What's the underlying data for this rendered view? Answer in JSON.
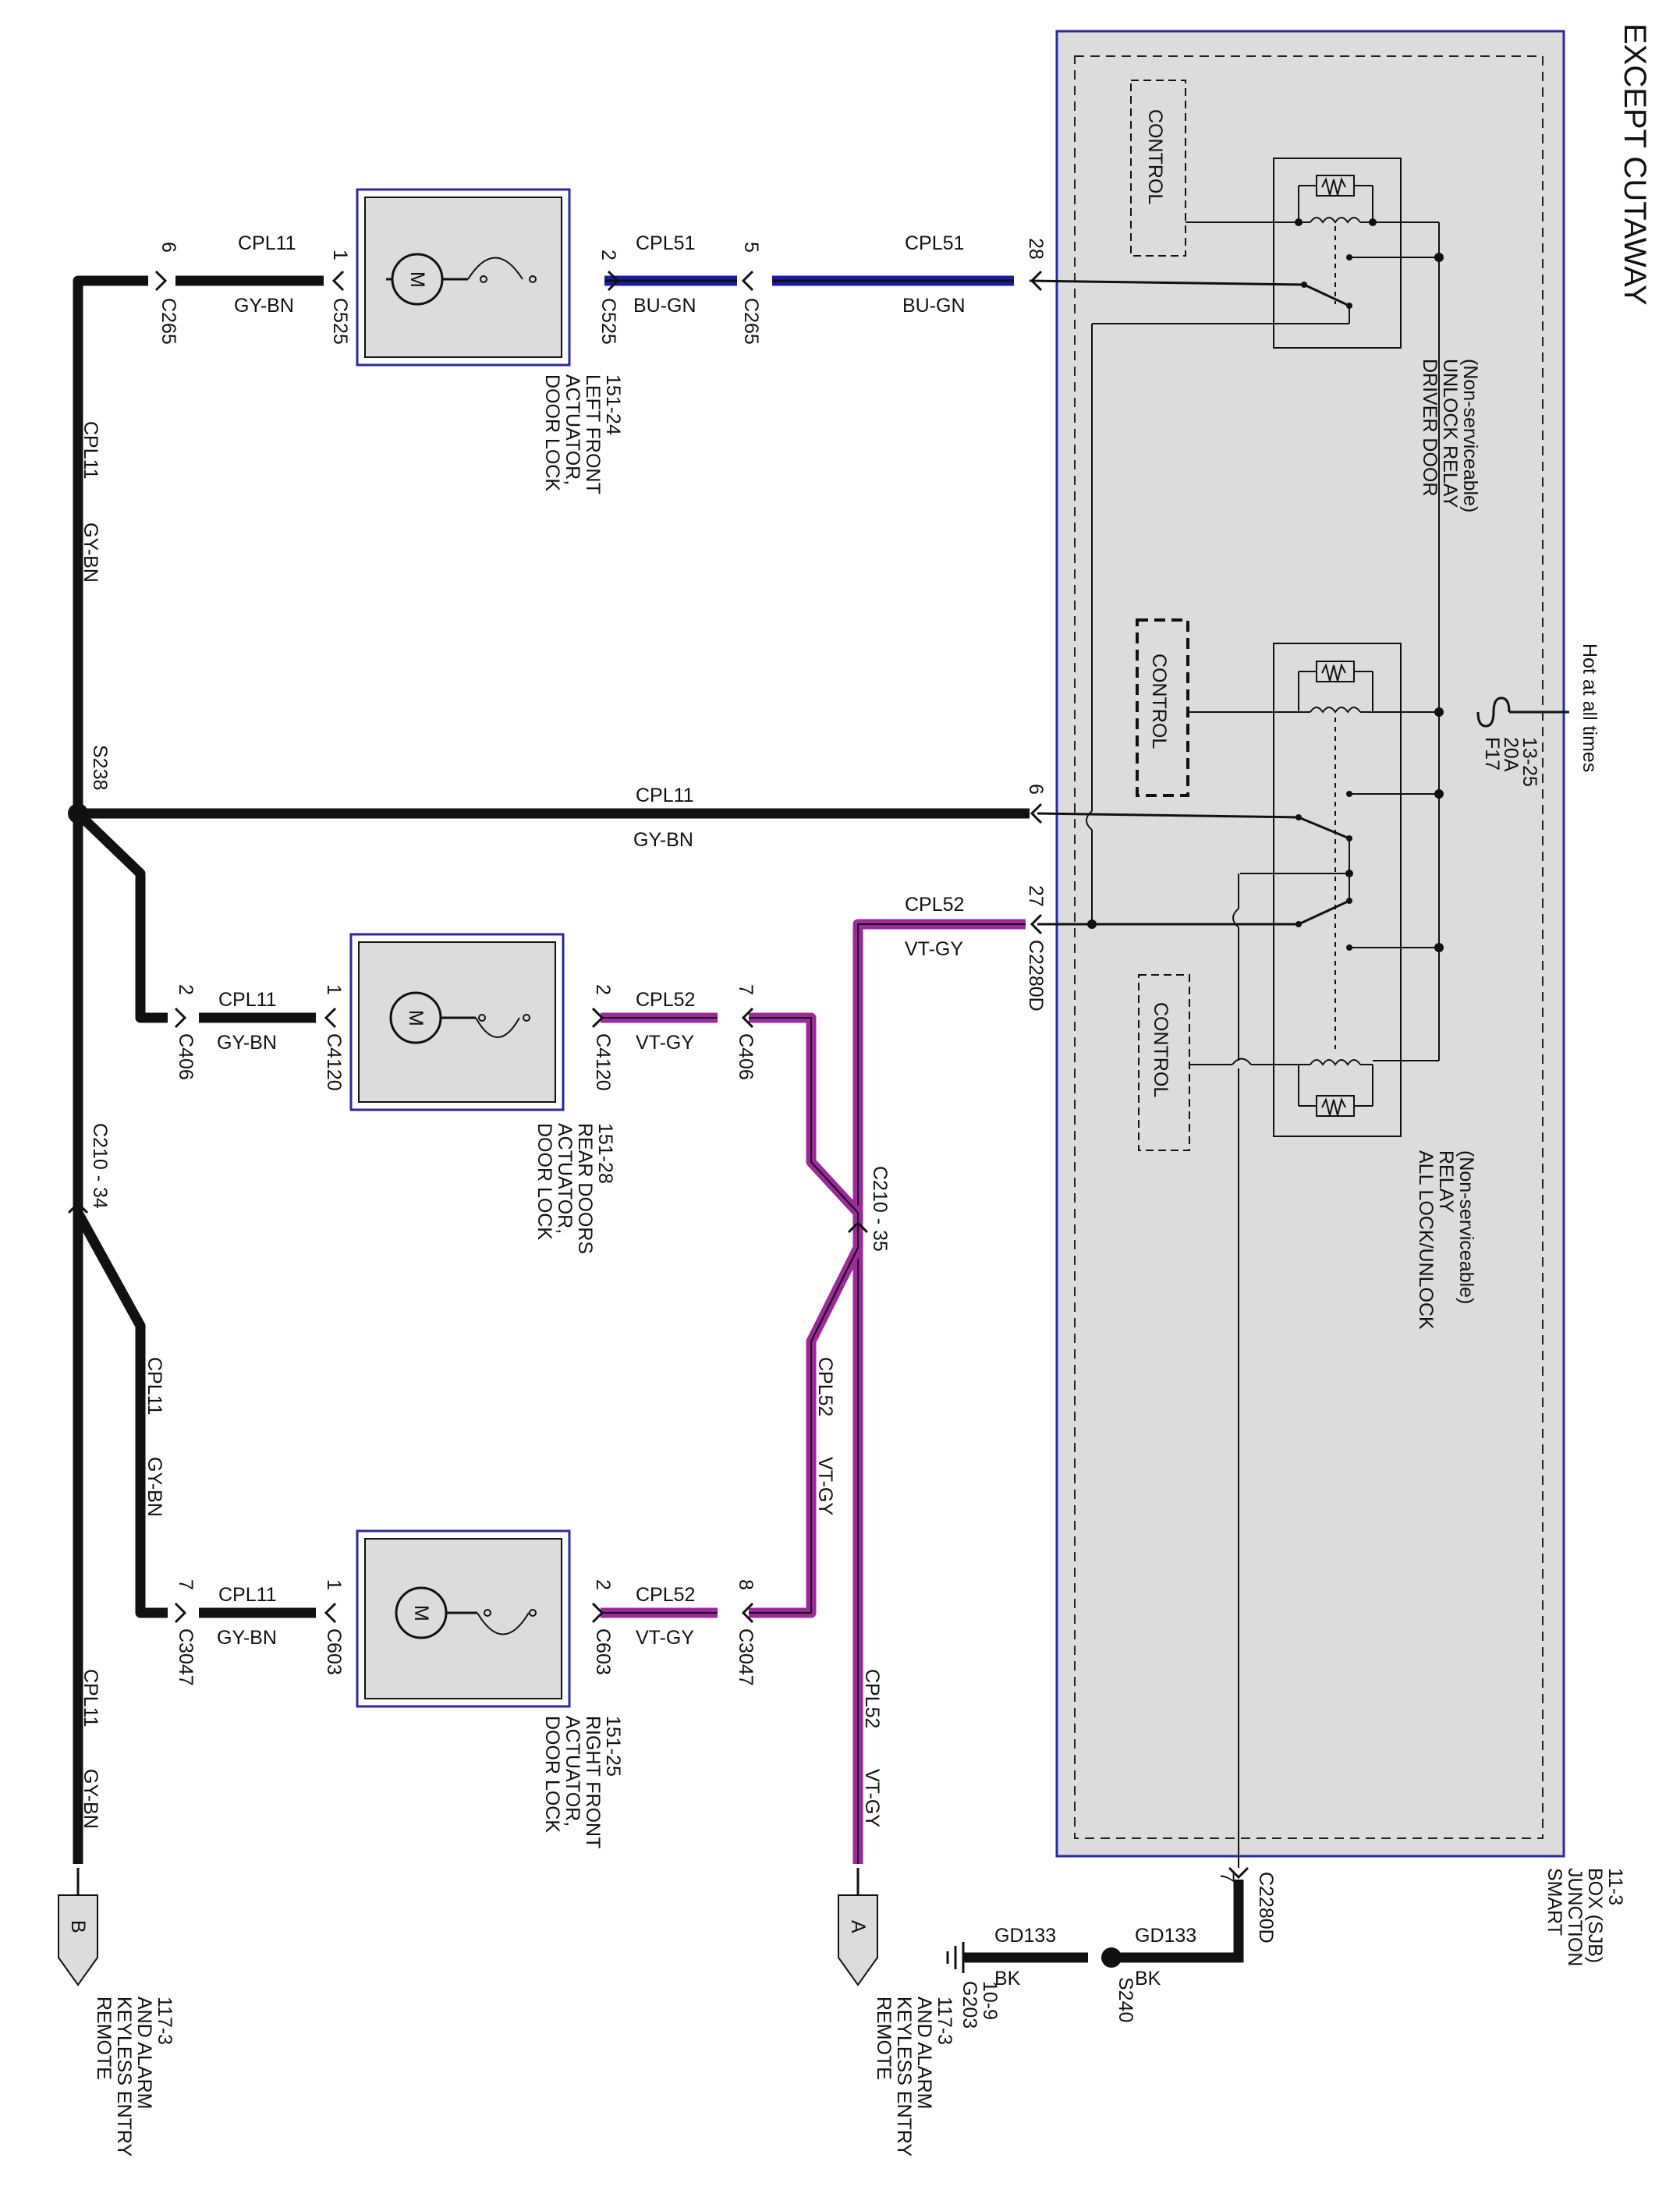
{
  "title": "EXCEPT CUTAWAY",
  "sjb": {
    "line1": "SMART",
    "line2": "JUNCTION",
    "line3": "BOX (SJB)",
    "line4": "11-3"
  },
  "hot": "Hot at all times",
  "fuse": {
    "name": "F17",
    "rating": "20A",
    "ref": "13-25"
  },
  "control": "CONTROL",
  "relay_driver": {
    "line1": "DRIVER DOOR",
    "line2": "UNLOCK RELAY",
    "line3": "(Non-serviceable)"
  },
  "relay_all": {
    "line1": "ALL LOCK/UNLOCK",
    "line2": "RELAY",
    "line3": "(Non-serviceable)"
  },
  "actuator_lf": {
    "line1": "DOOR LOCK",
    "line2": "ACTUATOR,",
    "line3": "LEFT FRONT",
    "line4": "151-24"
  },
  "actuator_rear": {
    "line1": "DOOR LOCK",
    "line2": "ACTUATOR,",
    "line3": "REAR DOORS",
    "line4": "151-28"
  },
  "actuator_rf": {
    "line1": "DOOR LOCK",
    "line2": "ACTUATOR,",
    "line3": "RIGHT FRONT",
    "line4": "151-25"
  },
  "motor": "M",
  "wires": {
    "cpl11": "CPL11",
    "gybn": "GY-BN",
    "cpl51": "CPL51",
    "bugn": "BU-GN",
    "cpl52": "CPL52",
    "vtgy": "VT-GY",
    "gd133": "GD133",
    "bk": "BK"
  },
  "connectors": {
    "c265": "C265",
    "c525": "C525",
    "c406": "C406",
    "c4120": "C4120",
    "c3047": "C3047",
    "c603": "C603",
    "c2280d": "C2280D",
    "c210_34": "C210 - 34",
    "c210_35": "C210 - 35"
  },
  "pins": {
    "p1": "1",
    "p2": "2",
    "p5": "5",
    "p6": "6",
    "p7": "7",
    "p8": "8",
    "p27": "27",
    "p28": "28"
  },
  "splices": {
    "s238": "S238",
    "s240": "S240"
  },
  "ground": {
    "name": "G203",
    "ref": "10-9"
  },
  "offpage": {
    "a": "A",
    "b": "B",
    "rke_line1": "REMOTE",
    "rke_line2": "KEYLESS ENTRY",
    "rke_line3": "AND ALARM",
    "rke_line4": "117-3"
  },
  "colors": {
    "black_wire": "#111111",
    "blue_wire": "#1a1aa8",
    "violet_wire": "#9b2a9b",
    "box_fill": "#dcdcdc",
    "box_border": "#2a2aa0"
  }
}
